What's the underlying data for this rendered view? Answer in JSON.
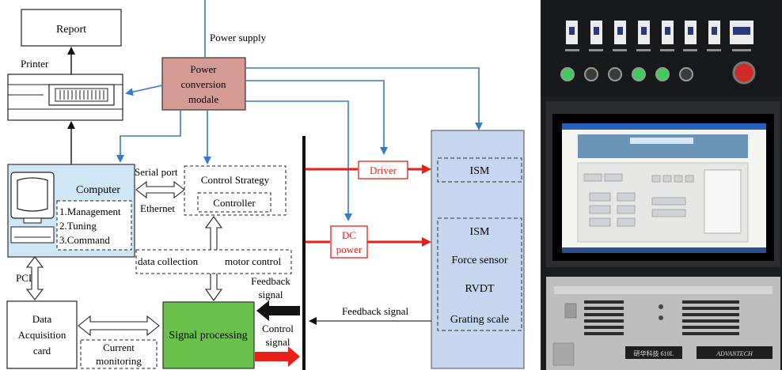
{
  "boxes": {
    "report": "Report",
    "printer": "Printer",
    "power_supply": "Power supply",
    "power_module_lines": [
      "Power",
      "conversion",
      "modale"
    ],
    "computer": "Computer",
    "computer_items": [
      "1.Management",
      "2.Tuning",
      "3.Command"
    ],
    "serial_port": "Serial port",
    "ethernet": "Ethernet",
    "control_strategy": "Control Strategy",
    "controller": "Controller",
    "data_collection": "data collection",
    "motor_control": "motor control",
    "pci": "PCI",
    "daq_lines": [
      "Data",
      "Acquisition",
      "card"
    ],
    "current_monitoring_lines": [
      "Current",
      "monitoring"
    ],
    "signal_processing": "Signal processing",
    "feedback_signal_left": [
      "Feedback",
      "signal"
    ],
    "control_signal": [
      "Control",
      "signal"
    ],
    "driver": "Driver",
    "dc_power": [
      "DC",
      "power"
    ],
    "ism_top": "ISM",
    "ism_group": [
      "ISM",
      "Force sensor",
      "RVDT",
      "Grating scale"
    ],
    "feedback_signal_right": "Feedback signal"
  },
  "photo": {
    "panel_label": "",
    "monitor_brand": "",
    "pc_brand": "ADVANTECH",
    "pc_model": "研华科技 610L"
  },
  "colors": {
    "blue_arrow": "#3a78c9",
    "red_arrow": "#e8201a",
    "power_module_fill": "#d69a94",
    "computer_fill": "#cfe7f5",
    "signal_fill": "#69c04a",
    "ism_fill": "#c5d6ee"
  }
}
